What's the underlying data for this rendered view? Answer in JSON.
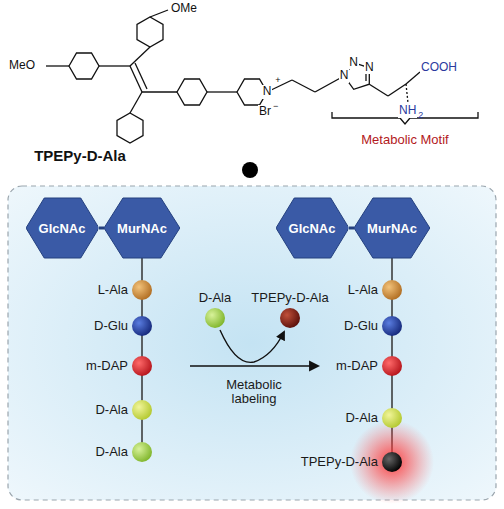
{
  "diagram": {
    "nodes": [
      {
        "text": [
          "GlcNAc"
        ]
      },
      {
        "text": [
          "MurNAc"
        ]
      },
      {
        "text": [
          "GlcNAc"
        ]
      },
      {
        "text": [
          "MurNAc"
        ]
      }
    ],
    "edges": [
      {
        "from": 0,
        "to": 1,
        "arrow": "none"
      },
      {
        "from": 2,
        "to": 3,
        "arrow": "none"
      }
    ],
    "labels": [
      "OMe",
      "MeO",
      "N",
      "+",
      "Br",
      "−",
      "N",
      "N",
      "N",
      "COOH",
      "NH",
      "2",
      "Metabolic Motif",
      "TPEPy-D-Ala",
      "L-Ala",
      "D-Glu",
      "m-DAP",
      "D-Ala",
      "D-Ala",
      "D-Ala",
      "TPEPy-D-Ala",
      "Metabolic labeling",
      "L-Ala",
      "D-Glu",
      "m-DAP",
      "D-Ala",
      "TPEPy-D-Ala"
    ]
  }
}
